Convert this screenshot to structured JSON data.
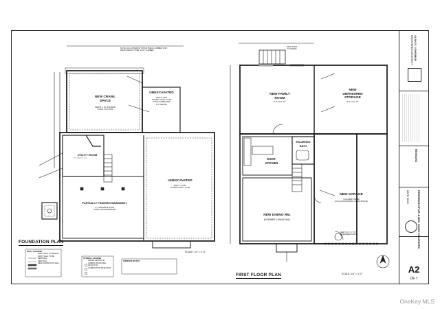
{
  "foundation_plan": {
    "title": "FOUNDATION PLAN",
    "scale": "SCALE: 1/4\" = 1'-0\"",
    "rooms": {
      "crawl_space": "NEW CRAWL\nSPACE",
      "unexcavated_top": "UNEXCAVATED",
      "unexcavated_bottom": "UNEXCAVATED",
      "utility_room": "UTILITY ROOM",
      "basement": "PARTIALLY FINISHED BASEMENT"
    },
    "notes": {
      "top_note": "NOTE: ALL EXTERIOR STRUCTURAL LUMBER FOR\nDECKS DECK TO BE \"ACQ\" LUMBER",
      "unexcavated_top_sub": "NEW 4\" MIN.\nRAISED CONC. SLAB\nOVER COMPACTED\nR.C.A BASE",
      "unexcavated_bottom_sub": "EXIST. 4\" MIN.\nRAISED CONC. SLAB",
      "crawl_sub": "NEW 8\" x 16\" POURED\nCONC. FOOTING",
      "basement_sub": "4\" CONCRETE SLAB\nOVER VAPOR BARRIER"
    },
    "legend": {
      "wall_legend_title": "WALL LEGEND",
      "wall_items": [
        "EXIST. WALL TO REMAIN",
        "EXIST. WALL TO BE REMOVED",
        "NEW WALL",
        "NEW FOUNDATION WALL"
      ],
      "symbol_legend_title": "SYMBOL LEGEND",
      "symbol_items": [
        "SMOKE DETECTOR",
        "CARBON MONOXIDE DETECTOR",
        "COMBINATION DETECTOR"
      ],
      "window_notes_title": "WINDOW NOTES"
    }
  },
  "first_floor_plan": {
    "title": "FIRST FLOOR PLAN",
    "scale": "SCALE: 1/4\" = 1'-0\"",
    "rooms": {
      "family_room": "NEW FAMILY\nROOM",
      "family_room_sub": "9'-0\" CLG. HT.",
      "storage": "NEW\nUNFINISHED\nSTORAGE",
      "storage_sub": "8'-0\" CLG. HT.",
      "kitchen": "EXIST.\nKITCHEN",
      "bath": "ENLARGED\nBATH",
      "garage": "NEW GARAGE",
      "garage_sub": "(CONVERT FROM\nNON-CONFORMING LIVING SPACE)",
      "dining": "NEW DINING RM.",
      "dining_sub": "(FORMER LIVING RM.)"
    },
    "notes": {
      "stair_note": "NEW STAIR\nTO GRADE",
      "door_note": "NEW 16'-0\" x 7'-0\"\nOVERHEAD DOOR"
    }
  },
  "title_block": {
    "architect_name": "ALAN S. LONGMAN",
    "architect_title": "REGISTERED ARCHITECT",
    "revisions_label": "REVISIONS",
    "project_title": "RESIDENCE OF MR. & MRS. ROSSY ZACAPARRA",
    "date_label": "DATE: 08/20",
    "sheet_number": "A2",
    "sheet_total": "OF 7"
  },
  "watermark": "OneKey MLS"
}
